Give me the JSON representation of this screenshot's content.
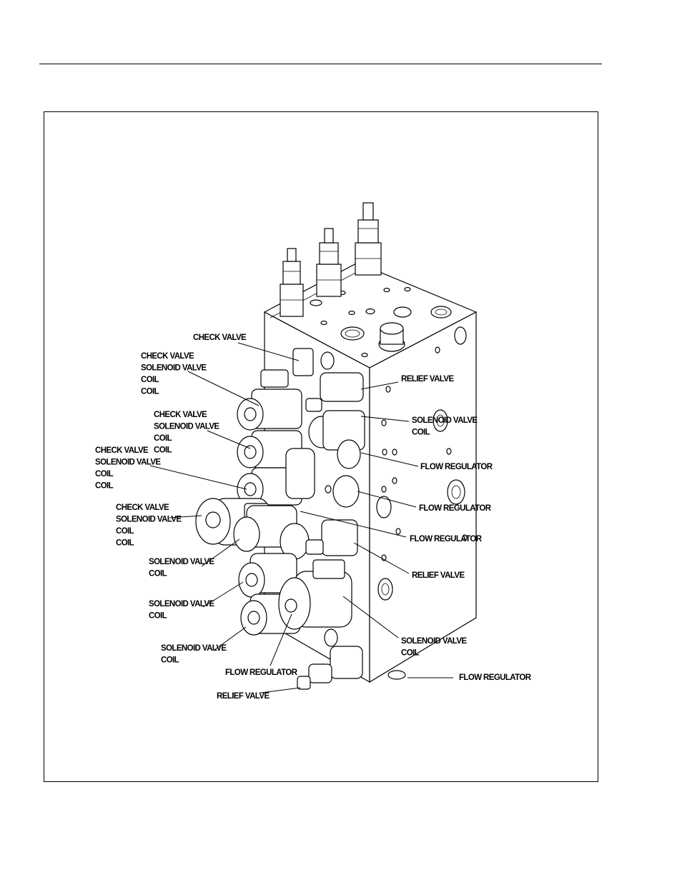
{
  "callouts": [
    {
      "id": "c1",
      "lines": [
        "CHECK VALVE"
      ]
    },
    {
      "id": "c2",
      "lines": [
        "CHECK VALVE",
        "SOLENOID VALVE",
        "COIL",
        "COIL"
      ]
    },
    {
      "id": "c3",
      "lines": [
        "CHECK VALVE",
        "SOLENOID VALVE",
        "COIL",
        "COIL"
      ]
    },
    {
      "id": "c4",
      "lines": [
        "CHECK VALVE",
        "SOLENOID VALVE",
        "COIL",
        "COIL"
      ]
    },
    {
      "id": "c5",
      "lines": [
        "CHECK VALVE",
        "SOLENOID VALVE",
        "COIL",
        "COIL"
      ]
    },
    {
      "id": "c6",
      "lines": [
        "SOLENOID VALVE",
        "COIL"
      ]
    },
    {
      "id": "c7",
      "lines": [
        "SOLENOID VALVE",
        "COIL"
      ]
    },
    {
      "id": "c8",
      "lines": [
        "SOLENOID VALVE",
        "COIL"
      ]
    },
    {
      "id": "c9",
      "lines": [
        "FLOW REGULATOR"
      ]
    },
    {
      "id": "c10",
      "lines": [
        "RELIEF VALVE"
      ]
    },
    {
      "id": "c11",
      "lines": [
        "RELIEF VALVE"
      ]
    },
    {
      "id": "c12",
      "lines": [
        "SOLENOID VALVE",
        "COIL"
      ]
    },
    {
      "id": "c13",
      "lines": [
        "FLOW REGULATOR"
      ]
    },
    {
      "id": "c14",
      "lines": [
        "FLOW REGULATOR"
      ]
    },
    {
      "id": "c15",
      "lines": [
        "FLOW REGULATOR"
      ]
    },
    {
      "id": "c16",
      "lines": [
        "RELIEF VALVE"
      ]
    },
    {
      "id": "c17",
      "lines": [
        "SOLENOID VALVE",
        "COIL"
      ]
    },
    {
      "id": "c18",
      "lines": [
        "FLOW REGULATOR"
      ]
    }
  ]
}
